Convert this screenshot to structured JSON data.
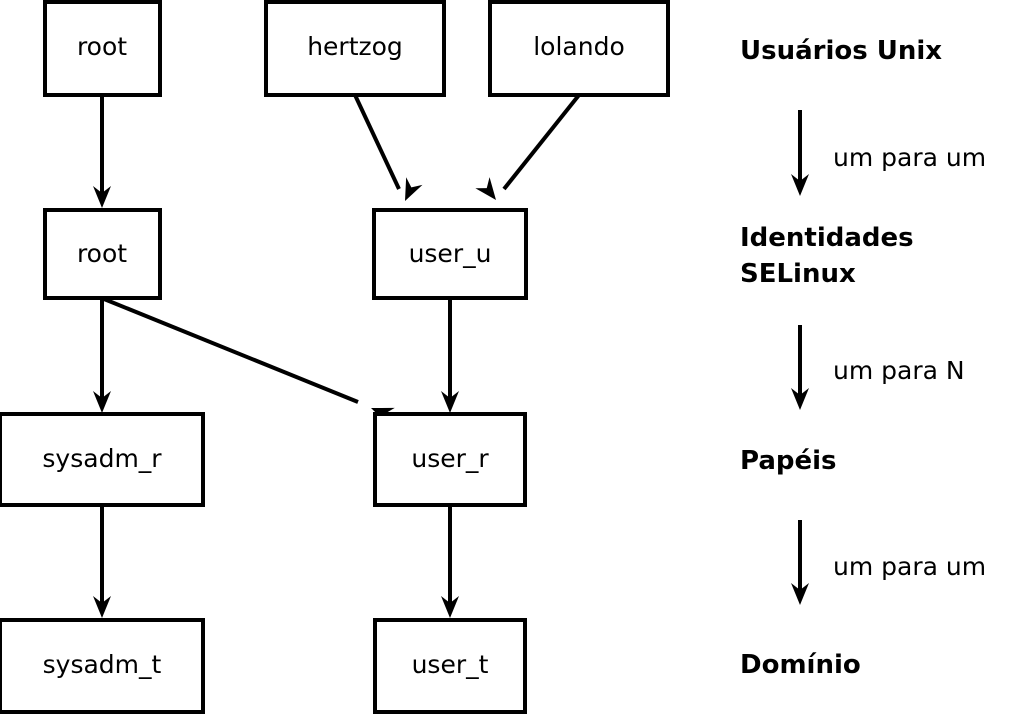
{
  "diagram": {
    "title": "SELinux user / identity / role / domain mapping",
    "background_color": "#ffffff",
    "stroke_color": "#000000",
    "node_fill": "#ffffff",
    "nodes": [
      {
        "id": "unix_root",
        "label": "root",
        "tier": "Usuários Unix"
      },
      {
        "id": "unix_hertzog",
        "label": "hertzog",
        "tier": "Usuários Unix"
      },
      {
        "id": "unix_lolando",
        "label": "lolando",
        "tier": "Usuários Unix"
      },
      {
        "id": "id_root",
        "label": "root",
        "tier": "Identidades SELinux"
      },
      {
        "id": "id_user_u",
        "label": "user_u",
        "tier": "Identidades SELinux"
      },
      {
        "id": "role_sysadm",
        "label": "sysadm_r",
        "tier": "Papéis"
      },
      {
        "id": "role_user",
        "label": "user_r",
        "tier": "Papéis"
      },
      {
        "id": "dom_sysadm",
        "label": "sysadm_t",
        "tier": "Domínio"
      },
      {
        "id": "dom_user",
        "label": "user_t",
        "tier": "Domínio"
      }
    ],
    "edges": [
      {
        "from": "unix_root",
        "to": "id_root"
      },
      {
        "from": "unix_hertzog",
        "to": "id_user_u"
      },
      {
        "from": "unix_lolando",
        "to": "id_user_u"
      },
      {
        "from": "id_root",
        "to": "role_sysadm"
      },
      {
        "from": "id_root",
        "to": "role_user"
      },
      {
        "from": "id_user_u",
        "to": "role_user"
      },
      {
        "from": "role_sysadm",
        "to": "dom_sysadm"
      },
      {
        "from": "role_user",
        "to": "dom_user"
      }
    ],
    "legend": {
      "tiers": [
        {
          "key": "unix_users",
          "label": "Usuários Unix"
        },
        {
          "key": "identities",
          "label_line1": "Identidades",
          "label_line2": "SELinux"
        },
        {
          "key": "roles",
          "label": "Papéis"
        },
        {
          "key": "domains",
          "label": "Domínio"
        }
      ],
      "relations": [
        {
          "key": "rel_users_identities",
          "label": "um para um"
        },
        {
          "key": "rel_identities_roles",
          "label": "um para N"
        },
        {
          "key": "rel_roles_domains",
          "label": "um para um"
        }
      ]
    }
  }
}
